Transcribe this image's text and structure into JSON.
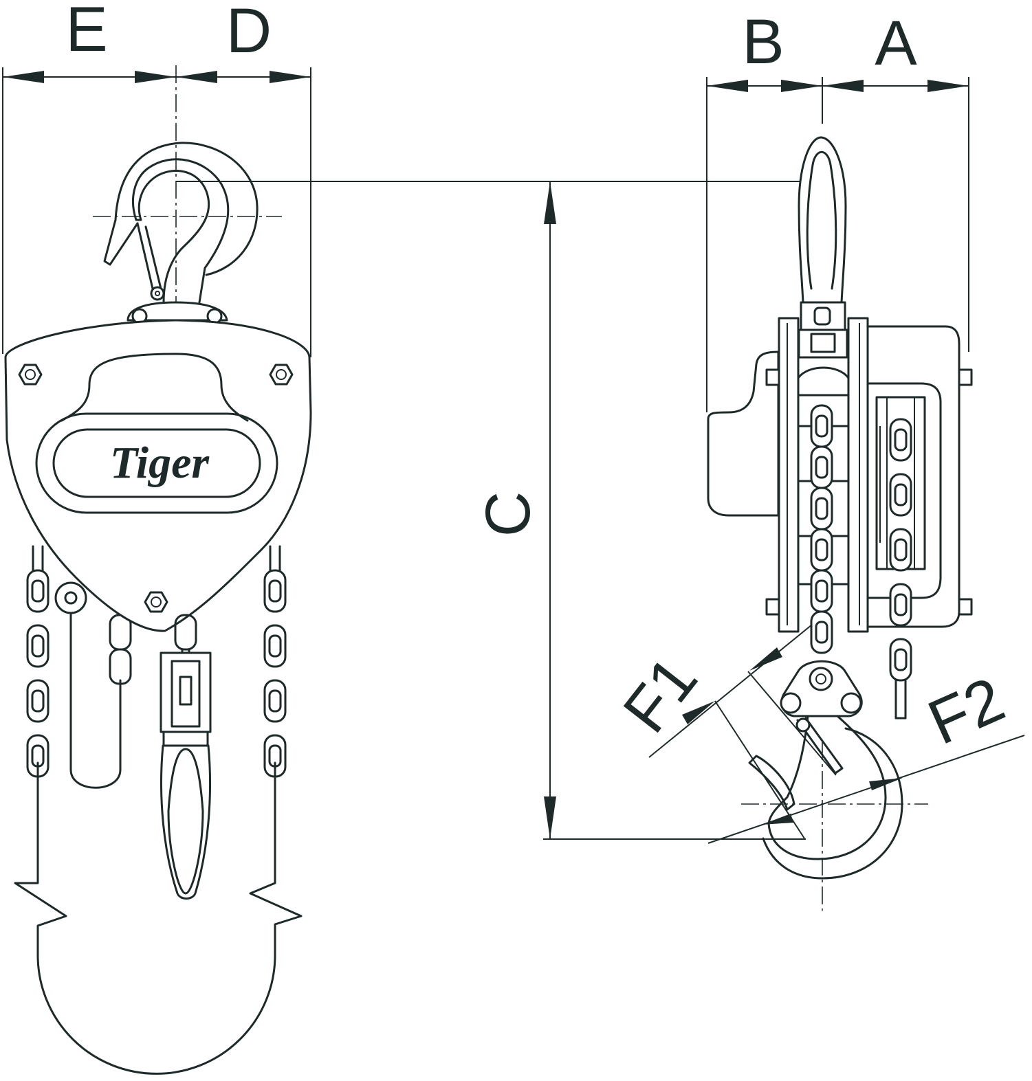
{
  "dimensions": {
    "A": "A",
    "B": "B",
    "C": "C",
    "D": "D",
    "E": "E",
    "F1": "F1",
    "F2": "F2"
  },
  "brand": "Tiger",
  "colors": {
    "line": "#1e2a2a",
    "background": "#ffffff"
  }
}
